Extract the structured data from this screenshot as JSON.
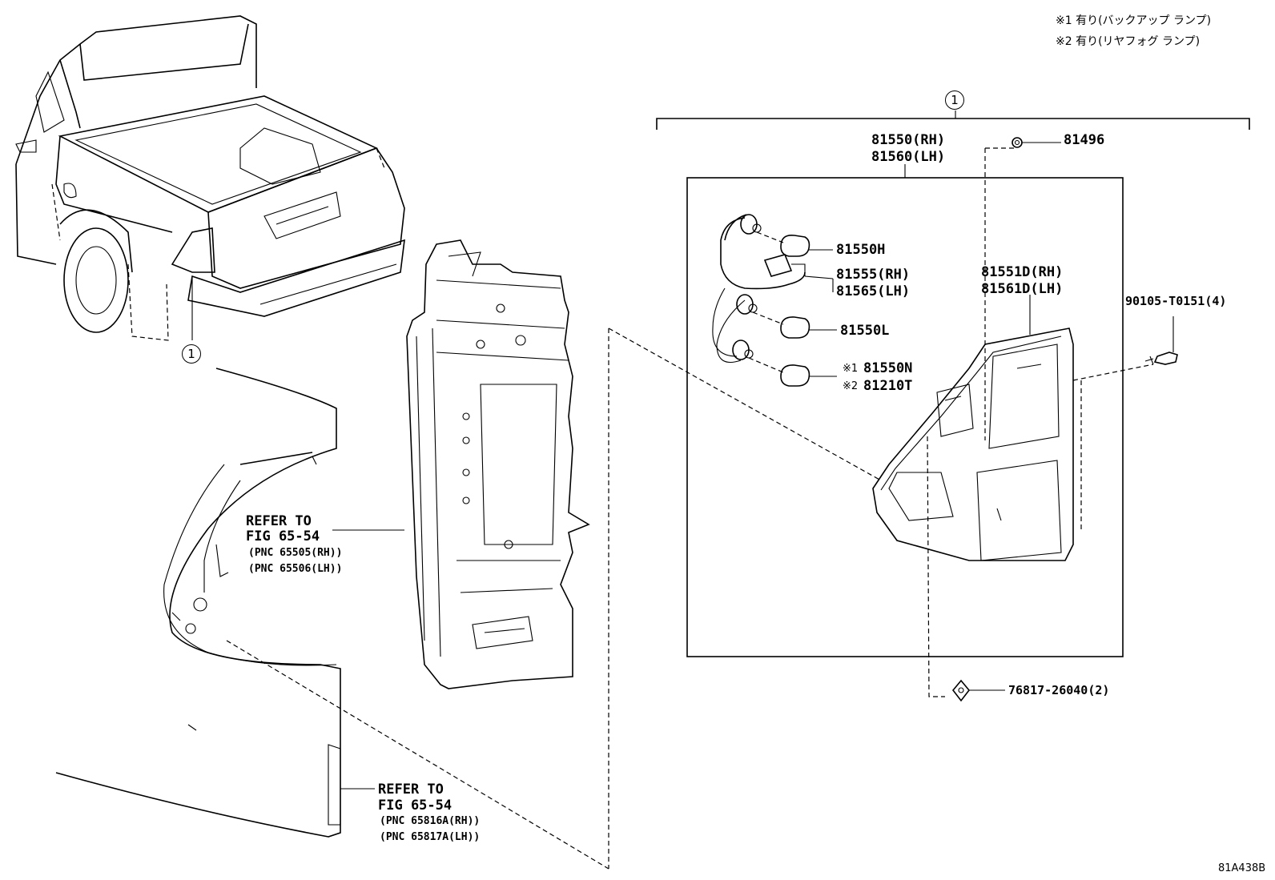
{
  "notes": {
    "note1": "※1 有り(バックアップ ランプ)",
    "note2": "※2 有り(リヤフォグ ランプ)"
  },
  "callouts": {
    "assembly_ref": "1",
    "vehicle_ref": "1"
  },
  "parts": {
    "lamp_assy_rh": "81550(RH)",
    "lamp_assy_lh": "81560(LH)",
    "gasket": "81496",
    "bulb_h": "81550H",
    "socket_rh": "81555(RH)",
    "socket_lh": "81565(LH)",
    "bulb_l": "81550L",
    "bulb_n": "81550N",
    "bulb_n_mark": "※1",
    "bulb_t": "81210T",
    "bulb_t_mark": "※2",
    "lens_rh": "81551D(RH)",
    "lens_lh": "81561D(LH)",
    "screw": "90105-T0151(4)",
    "clip": "76817-26040(2)"
  },
  "refs": {
    "ref1": {
      "line1": "REFER TO",
      "line2": "FIG 65-54",
      "line3": "(PNC 65505(RH))",
      "line4": "(PNC 65506(LH))"
    },
    "ref2": {
      "line1": "REFER TO",
      "line2": "FIG 65-54",
      "line3": "(PNC 65816A(RH))",
      "line4": "(PNC 65817A(LH))"
    }
  },
  "figure_code": "81A438B",
  "colors": {
    "line": "#000000",
    "background": "#ffffff"
  }
}
